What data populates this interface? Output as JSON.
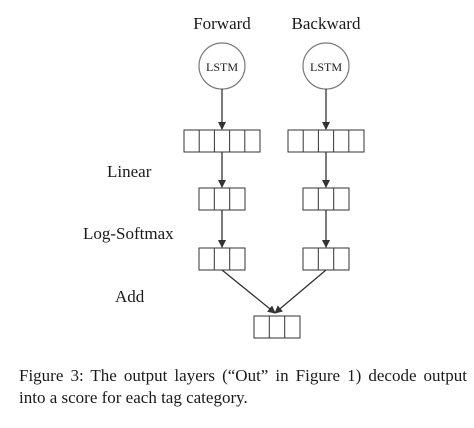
{
  "columns": {
    "forward": {
      "header": "Forward",
      "node_label": "LSTM"
    },
    "backward": {
      "header": "Backward",
      "node_label": "LSTM"
    }
  },
  "stage_labels": {
    "linear": "Linear",
    "log_softmax": "Log-Softmax",
    "add": "Add"
  },
  "caption": "Figure 3: The output layers (“Out” in Figure 1) decode output into a score for each tag category.",
  "colors": {
    "stroke": "#333333",
    "node_stroke": "#777777",
    "text": "#1a1a1a"
  }
}
